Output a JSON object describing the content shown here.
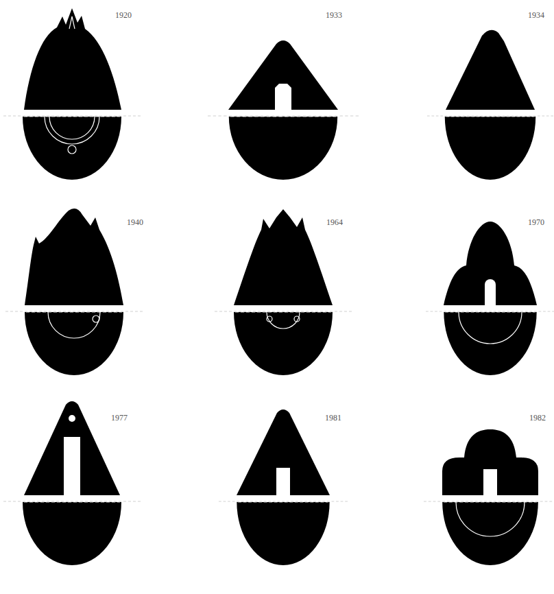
{
  "diagram": {
    "labels": [
      "1920",
      "1933",
      "1934",
      "1940",
      "1964",
      "1970",
      "1977",
      "1981",
      "1982"
    ]
  }
}
